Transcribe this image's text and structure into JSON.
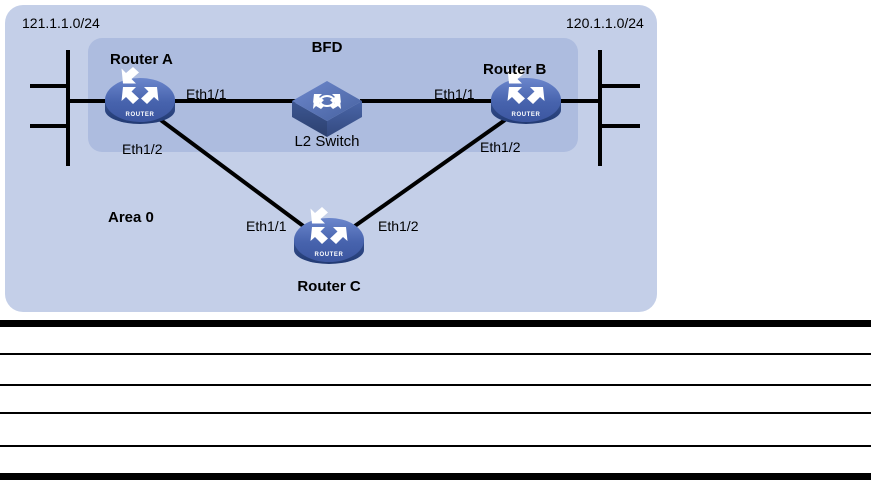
{
  "figure": {
    "type": "network-topology-diagram",
    "area_label": "Area 0",
    "bfd_label": "BFD",
    "networks": [
      {
        "id": "left",
        "label": "121.1.1.0/24"
      },
      {
        "id": "right",
        "label": "120.1.1.0/24"
      }
    ],
    "devices": [
      {
        "id": "router-a",
        "label": "Router A",
        "kind": "router",
        "tag": "ROUTER"
      },
      {
        "id": "router-b",
        "label": "Router B",
        "kind": "router",
        "tag": "ROUTER"
      },
      {
        "id": "router-c",
        "label": "Router C",
        "kind": "router",
        "tag": "ROUTER"
      },
      {
        "id": "l2-switch",
        "label": "L2 Switch",
        "kind": "switch"
      }
    ],
    "interfaces": [
      {
        "id": "a-eth1",
        "label": "Eth1/1",
        "device": "router-a"
      },
      {
        "id": "a-eth2",
        "label": "Eth1/2",
        "device": "router-a"
      },
      {
        "id": "b-eth1",
        "label": "Eth1/1",
        "device": "router-b"
      },
      {
        "id": "b-eth2",
        "label": "Eth1/2",
        "device": "router-b"
      },
      {
        "id": "c-eth1",
        "label": "Eth1/1",
        "device": "router-c"
      },
      {
        "id": "c-eth2",
        "label": "Eth1/2",
        "device": "router-c"
      }
    ],
    "links": [
      {
        "from": "router-a",
        "to": "l2-switch"
      },
      {
        "from": "l2-switch",
        "to": "router-b"
      },
      {
        "from": "router-a",
        "to": "router-c"
      },
      {
        "from": "router-c",
        "to": "router-b"
      },
      {
        "from": "router-a",
        "to": "left-bus"
      },
      {
        "from": "router-b",
        "to": "right-bus"
      }
    ],
    "colors": {
      "area_panel": "#c4cfe8",
      "bfd_panel": "#adbcdf",
      "device_body": "#4763ad",
      "device_base": "#2d4385",
      "device_top": "#5f7cc4",
      "line": "#000000",
      "text": "#000000"
    }
  },
  "bottom_table": {
    "rows": [
      {
        "cells": [
          ""
        ]
      },
      {
        "cells": [
          ""
        ]
      },
      {
        "cells": [
          ""
        ]
      },
      {
        "cells": [
          ""
        ]
      },
      {
        "cells": [
          ""
        ]
      }
    ]
  }
}
